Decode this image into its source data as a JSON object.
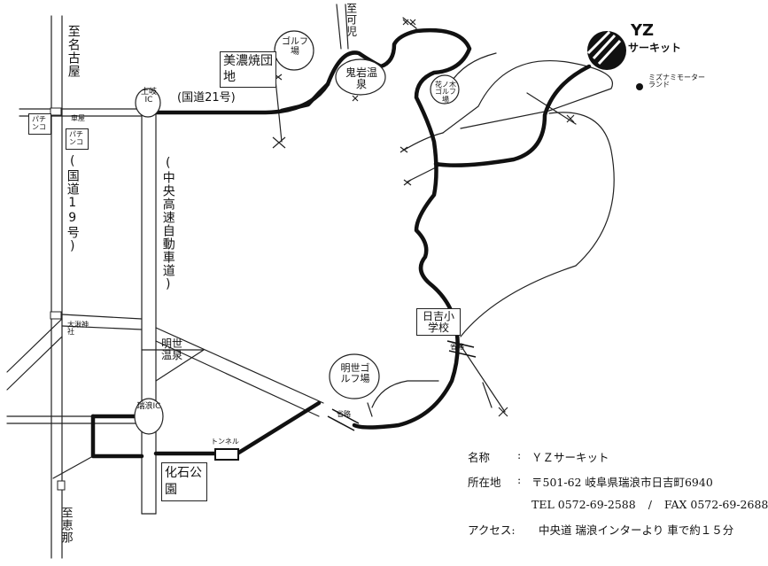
{
  "map": {
    "labels": {
      "to_nagoya": "至名古屋",
      "to_kani": "至可児",
      "to_ena": "至恵那",
      "route19": "(国道19号)",
      "route21": "(国道21号)",
      "chuo_expressway": "(中央高速自動車道)",
      "toki_ic": "土岐IC",
      "mizunami_ic": "瑞浪IC",
      "pachinko_left": "パチンコ",
      "pachinko_mid": "パチンコ",
      "kuruma_ya": "車屋",
      "mino_yaki": "美濃焼団地",
      "golf_1": "ゴルフ場",
      "oni_iwa_onsen": "鬼岩温泉",
      "hananoki_golf": "花ノ木ゴルフ場",
      "yz_circuit": "YZ",
      "yz_circuit_sub": "サーキット",
      "mizunami_motorland": "ミズナミモーターランド",
      "hiyoshi_school": "日吉小学校",
      "shouryaku_1": "省略",
      "shouryaku_2": "省略",
      "akiyo_golf": "明世ゴルフ場",
      "akiyo_onsen": "明世温泉",
      "ohata_shrine": "大湫神社",
      "tunnel": "トンネル",
      "kaseki_park": "化石公園"
    }
  },
  "info": {
    "name_key": "名称",
    "name_sep": ":",
    "name_val": "ＹＺサーキット",
    "address_key": "所在地",
    "address_sep": ":",
    "address_val": "〒501-62 岐阜県瑞浪市日吉町6940",
    "tel": "TEL 0572-69-2588",
    "tel_sep": "/",
    "fax": "FAX 0572-69-2688",
    "access_key": "アクセス:",
    "access_val": "中央道 瑞浪インターより 車で約１５分"
  }
}
